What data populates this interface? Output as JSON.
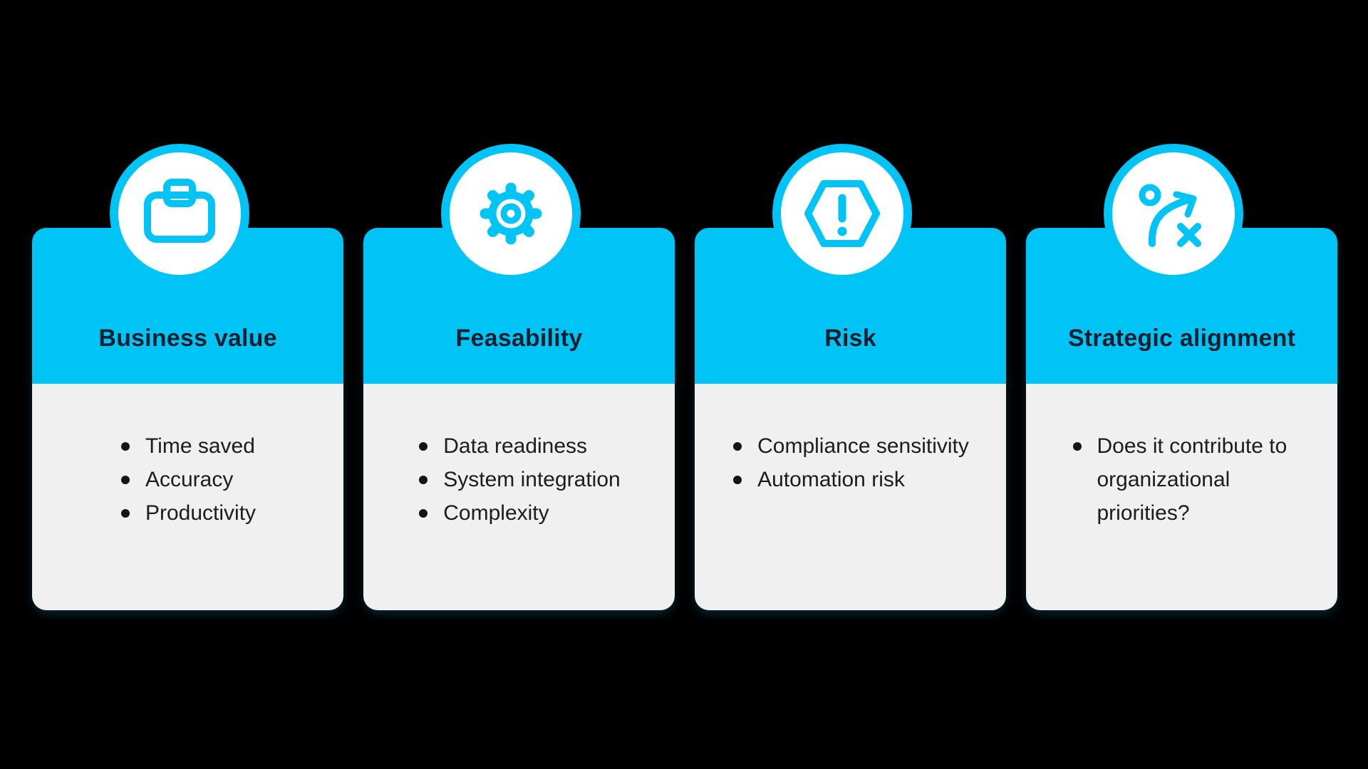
{
  "page": {
    "background_color": "#000000",
    "description": "Four-criteria evaluation infographic cards"
  },
  "colors": {
    "accent_cyan": "#00C3F6",
    "card_body_gray": "#F0F0F0",
    "title_text": "#10202E",
    "bullet_text": "#1C1C1C",
    "badge_fill": "#FFFFFF"
  },
  "cards": [
    {
      "icon": "briefcase-icon",
      "title": "Business value",
      "bullets": [
        "Time saved",
        "Accuracy",
        "Productivity"
      ]
    },
    {
      "icon": "gear-icon",
      "title": "Feasability",
      "bullets": [
        "Data readiness",
        "System integration",
        "Complexity"
      ]
    },
    {
      "icon": "warning-hexagon-icon",
      "title": "Risk",
      "bullets": [
        "Compliance sensitivity",
        "Automation risk"
      ]
    },
    {
      "icon": "strategy-icon",
      "title": "Strategic alignment",
      "bullets": [
        "Does it contribute to organizational priorities?"
      ]
    }
  ]
}
